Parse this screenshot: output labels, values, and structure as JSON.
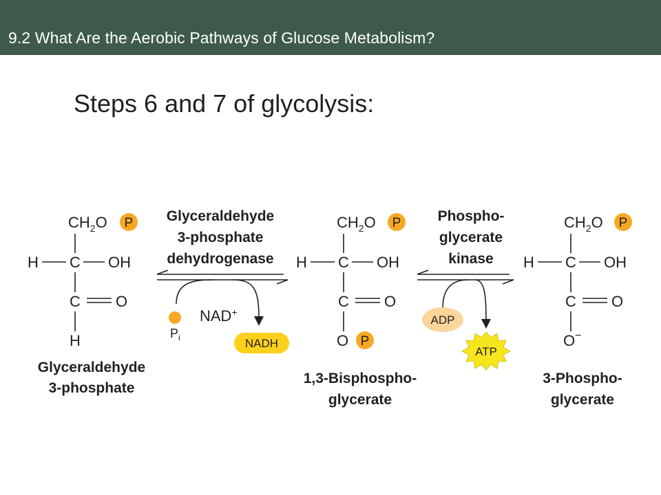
{
  "header": {
    "title": "9.2 What Are the Aerobic Pathways of Glucose Metabolism?"
  },
  "slide": {
    "subtitle": "Steps 6 and 7 of glycolysis:"
  },
  "atoms": {
    "ch2o": "CH",
    "ch2o_sub": "2",
    "ch2o_o": "O",
    "h": "H",
    "c": "C",
    "oh": "OH",
    "o": "O",
    "o_minus": "−"
  },
  "phosphate_label": "P",
  "molecules": {
    "m1": {
      "name_line1": "Glyceraldehyde",
      "name_line2": "3-phosphate"
    },
    "m2": {
      "name_line1": "1,3-Bisphospho-",
      "name_line2": "glycerate"
    },
    "m3": {
      "name_line1": "3-Phospho-",
      "name_line2": "glycerate"
    }
  },
  "enzymes": {
    "e1": {
      "line1": "Glyceraldehyde",
      "line2": "3-phosphate",
      "line3": "dehydrogenase"
    },
    "e2": {
      "line1": "Phospho-",
      "line2": "glycerate",
      "line3": "kinase"
    }
  },
  "cofactors": {
    "pi": "P",
    "pi_sub": "i",
    "nad": "NAD",
    "nad_sup": "+",
    "nadh": "NADH",
    "adp": "ADP",
    "atp": "ATP"
  },
  "colors": {
    "header_bg": "#3e5a4a",
    "phosphate": "#f7a823",
    "nadh": "#fdd01c",
    "adp": "#fbd59a",
    "atp": "#f6e61e"
  }
}
